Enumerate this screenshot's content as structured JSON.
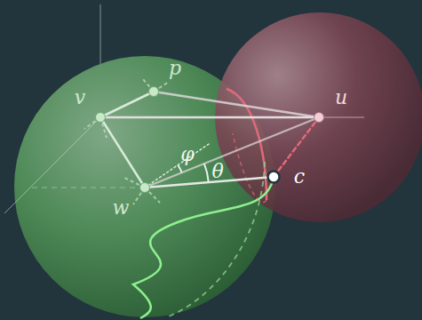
{
  "diagram": {
    "labels": [
      "p",
      "v",
      "u",
      "φ",
      "θ",
      "c",
      "w"
    ]
  }
}
